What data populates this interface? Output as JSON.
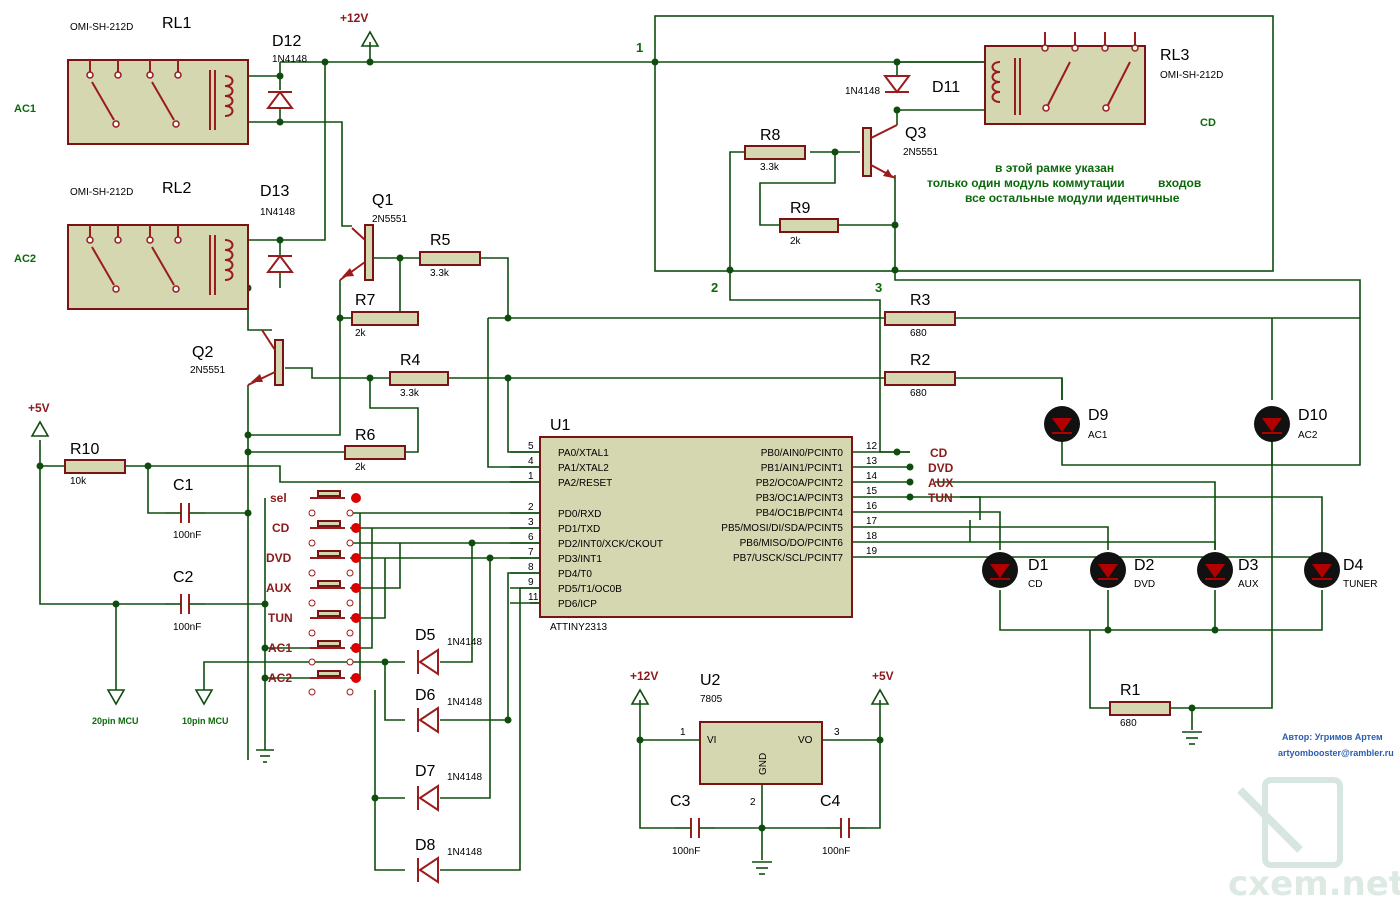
{
  "power": {
    "v12": "+12V",
    "v5": "+5V",
    "reg_in": "+12V",
    "reg_out": "+5V"
  },
  "relays": {
    "rl1": {
      "name": "RL1",
      "model": "OMI-SH-212D",
      "side": "AC1"
    },
    "rl2": {
      "name": "RL2",
      "model": "OMI-SH-212D",
      "side": "AC2"
    },
    "rl3": {
      "name": "RL3",
      "model": "OMI-SH-212D",
      "side": "CD"
    }
  },
  "diodes": {
    "d12": {
      "name": "D12",
      "part": "1N4148"
    },
    "d13": {
      "name": "D13",
      "part": "1N4148"
    },
    "d11": {
      "name": "D11",
      "part": "1N4148"
    },
    "d5": {
      "name": "D5",
      "part": "1N4148"
    },
    "d6": {
      "name": "D6",
      "part": "1N4148"
    },
    "d7": {
      "name": "D7",
      "part": "1N4148"
    },
    "d8": {
      "name": "D8",
      "part": "1N4148"
    }
  },
  "transistors": {
    "q1": {
      "name": "Q1",
      "part": "2N5551"
    },
    "q2": {
      "name": "Q2",
      "part": "2N5551"
    },
    "q3": {
      "name": "Q3",
      "part": "2N5551"
    }
  },
  "resistors": {
    "r1": {
      "name": "R1",
      "value": "680"
    },
    "r2": {
      "name": "R2",
      "value": "680"
    },
    "r3": {
      "name": "R3",
      "value": "680"
    },
    "r4": {
      "name": "R4",
      "value": "3.3k"
    },
    "r5": {
      "name": "R5",
      "value": "3.3k"
    },
    "r6": {
      "name": "R6",
      "value": "2k"
    },
    "r7": {
      "name": "R7",
      "value": "2k"
    },
    "r8": {
      "name": "R8",
      "value": "3.3k"
    },
    "r9": {
      "name": "R9",
      "value": "2k"
    },
    "r10": {
      "name": "R10",
      "value": "10k"
    }
  },
  "capacitors": {
    "c1": {
      "name": "C1",
      "value": "100nF"
    },
    "c2": {
      "name": "C2",
      "value": "100nF"
    },
    "c3": {
      "name": "C3",
      "value": "100nF"
    },
    "c4": {
      "name": "C4",
      "value": "100nF"
    }
  },
  "leds": {
    "d1": {
      "name": "D1",
      "label": "CD"
    },
    "d2": {
      "name": "D2",
      "label": "DVD"
    },
    "d3": {
      "name": "D3",
      "label": "AUX"
    },
    "d4": {
      "name": "D4",
      "label": "TUNER"
    },
    "d9": {
      "name": "D9",
      "label": "AC1"
    },
    "d10": {
      "name": "D10",
      "label": "AC2"
    }
  },
  "mcu": {
    "ref": "U1",
    "part": "ATTINY2313",
    "left_pins": [
      {
        "num": "5",
        "name": "PA0/XTAL1"
      },
      {
        "num": "4",
        "name": "PA1/XTAL2"
      },
      {
        "num": "1",
        "name": "PA2/RESET"
      },
      {
        "num": "2",
        "name": "PD0/RXD"
      },
      {
        "num": "3",
        "name": "PD1/TXD"
      },
      {
        "num": "6",
        "name": "PD2/INT0/XCK/CKOUT"
      },
      {
        "num": "7",
        "name": "PD3/INT1"
      },
      {
        "num": "8",
        "name": "PD4/T0"
      },
      {
        "num": "9",
        "name": "PD5/T1/OC0B"
      },
      {
        "num": "11",
        "name": "PD6/ICP"
      }
    ],
    "right_pins": [
      {
        "num": "12",
        "name": "PB0/AIN0/PCINT0"
      },
      {
        "num": "13",
        "name": "PB1/AIN1/PCINT1"
      },
      {
        "num": "14",
        "name": "PB2/OC0A/PCINT2"
      },
      {
        "num": "15",
        "name": "PB3/OC1A/PCINT3"
      },
      {
        "num": "16",
        "name": "PB4/OC1B/PCINT4"
      },
      {
        "num": "17",
        "name": "PB5/MOSI/DI/SDA/PCINT5"
      },
      {
        "num": "18",
        "name": "PB6/MISO/DO/PCINT6"
      },
      {
        "num": "19",
        "name": "PB7/USCK/SCL/PCINT7"
      }
    ],
    "port_labels": [
      "CD",
      "DVD",
      "AUX",
      "TUN"
    ]
  },
  "regulator": {
    "ref": "U2",
    "part": "7805",
    "vi": "VI",
    "vo": "VO",
    "gnd": "GND",
    "pin1": "1",
    "pin2": "2",
    "pin3": "3"
  },
  "buttons": [
    "sel",
    "CD",
    "DVD",
    "AUX",
    "TUN",
    "AC1",
    "AC2"
  ],
  "net_numbers": [
    "1",
    "2",
    "3"
  ],
  "connectors": {
    "mcu20": "20pin MCU",
    "mcu10": "10pin MCU"
  },
  "note": {
    "line1": "в этой рамке указан",
    "line2": "только один модуль коммутации",
    "line3": "входов",
    "line4": "все остальные модули идентичные"
  },
  "author": {
    "line1": "Автор: Угримов Артем",
    "line2": "artyombooster@rambler.ru"
  },
  "watermark": "cxem.net",
  "colors": {
    "wire": "#0f4d0f",
    "component": "#9b1c1c",
    "body": "#d4d7b0",
    "led": "#b00000"
  }
}
